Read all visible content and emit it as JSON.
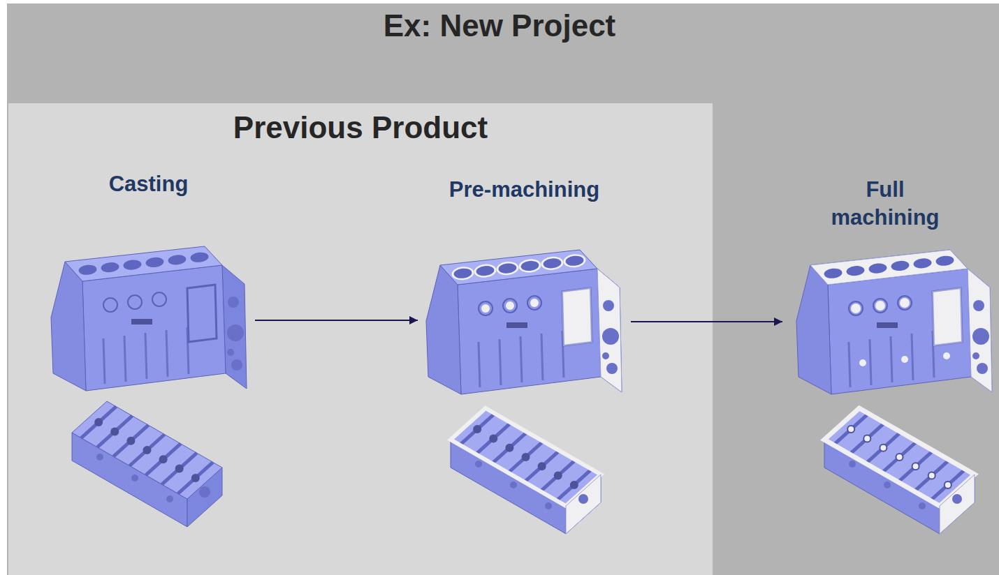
{
  "diagram": {
    "title": "Ex: New Project",
    "nodes": [
      {
        "text": [
          "Previous Product"
        ]
      },
      {
        "text": [
          "Casting"
        ],
        "in": 0
      },
      {
        "text": [
          "Pre-machining"
        ],
        "in": 0
      },
      {
        "text": [
          "Full machining"
        ]
      }
    ],
    "edges": [
      {
        "from": 1,
        "to": 2,
        "arrow": "to"
      },
      {
        "from": 2,
        "to": 3,
        "arrow": "to"
      }
    ]
  }
}
